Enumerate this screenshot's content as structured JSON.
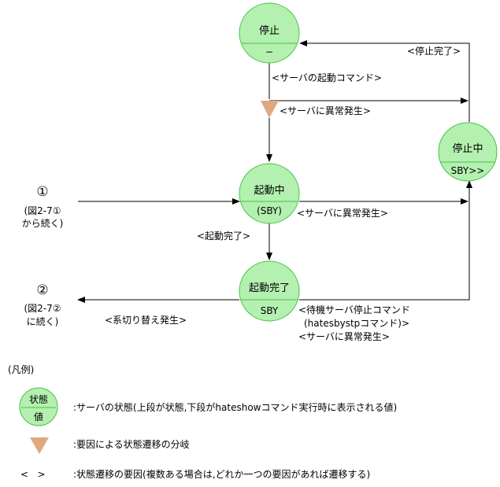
{
  "colors": {
    "state_fill": "#b4f0b0",
    "state_stroke": "#48c048",
    "branch_fill": "#e0a880",
    "line": "#000000"
  },
  "states": {
    "stopped": {
      "name": "停止",
      "value": "−"
    },
    "starting": {
      "name": "起動中",
      "value": "(SBY)"
    },
    "started": {
      "name": "起動完了",
      "value": "SBY"
    },
    "stopping": {
      "name": "停止中",
      "value": "SBY>>"
    }
  },
  "transitions": {
    "start_command": "<サーバの起動コマンド>",
    "error_on_branch": "<サーバに異常発生>",
    "stop_complete": "<停止完了>",
    "start_complete": "<起動完了>",
    "error_from_starting": "<サーバに異常発生>",
    "system_switch": "<系切り替え発生>",
    "standby_stop_1": "<待機サーバ停止コマンド",
    "standby_stop_2": "(hatesbystpコマンド)>",
    "error_from_started": "<サーバに異常発生>"
  },
  "connectors": {
    "from": {
      "number": "①",
      "line1": "(図2-7①",
      "line2": "から続く)"
    },
    "to": {
      "number": "②",
      "line1": "(図2-7②",
      "line2": "に続く)"
    }
  },
  "legend": {
    "title": "(凡例)",
    "sample_state_top": "状態",
    "sample_state_bottom": "値",
    "state_desc": ":サーバの状態(上段が状態,下段がhateshowコマンド実行時に表示される値)",
    "branch_desc": ":要因による状態遷移の分岐",
    "bracket_symbol": "<   >",
    "reason_desc": ":状態遷移の要因(複数ある場合は,どれか一つの要因があれば遷移する)"
  }
}
